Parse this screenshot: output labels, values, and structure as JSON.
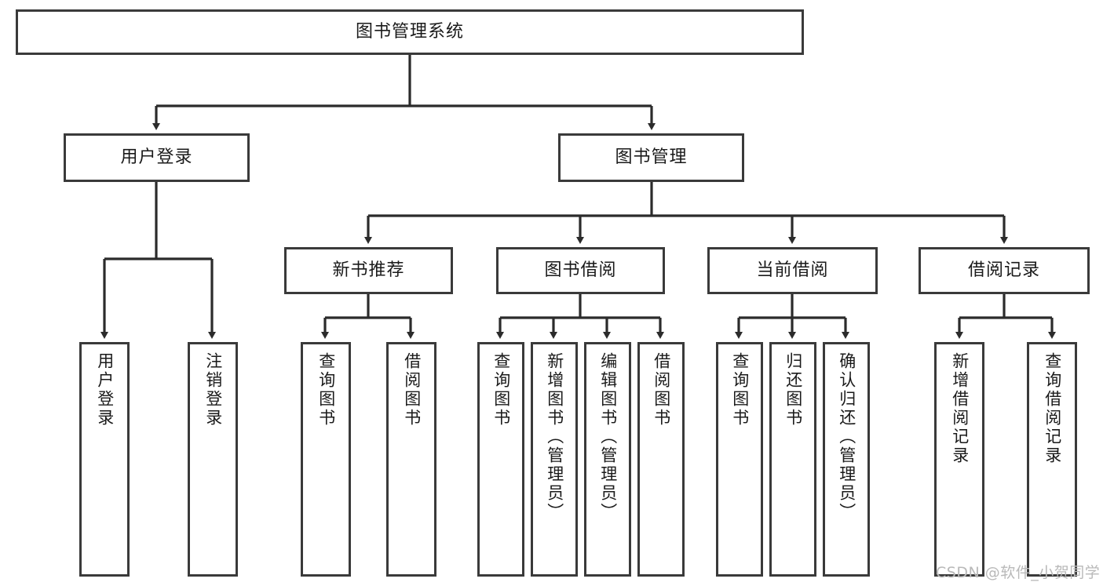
{
  "diagram": {
    "title": "图书管理系统",
    "type": "hierarchy-tree",
    "watermark": "CSDN @软件_小贺同学",
    "colors": {
      "box_border": "#3a3a3a",
      "box_fill": "#ffffff",
      "edge": "#2b2b2b",
      "text": "#1a1a1a",
      "watermark": "#b9b9b9",
      "background": "#ffffff"
    },
    "root": {
      "label": "图书管理系统"
    },
    "level2": [
      {
        "id": "user-login",
        "label": "用户登录"
      },
      {
        "id": "book-manage",
        "label": "图书管理"
      }
    ],
    "level3": [
      {
        "id": "new-book-recommend",
        "label": "新书推荐"
      },
      {
        "id": "book-borrow",
        "label": "图书借阅"
      },
      {
        "id": "current-borrow",
        "label": "当前借阅"
      },
      {
        "id": "borrow-record",
        "label": "借阅记录"
      }
    ],
    "leaves": [
      {
        "id": "leaf-user-login",
        "label": "用户登录",
        "parent": "user-login"
      },
      {
        "id": "leaf-logout-login",
        "label": "注销登录",
        "parent": "user-login"
      },
      {
        "id": "leaf-query-book-1",
        "label": "查询图书",
        "parent": "new-book-recommend"
      },
      {
        "id": "leaf-borrow-book-1",
        "label": "借阅图书",
        "parent": "new-book-recommend"
      },
      {
        "id": "leaf-query-book-2",
        "label": "查询图书",
        "parent": "book-borrow"
      },
      {
        "id": "leaf-add-book",
        "label": "新增图书（管理员）",
        "parent": "book-borrow"
      },
      {
        "id": "leaf-edit-book",
        "label": "编辑图书（管理员）",
        "parent": "book-borrow"
      },
      {
        "id": "leaf-borrow-book-2",
        "label": "借阅图书",
        "parent": "book-borrow"
      },
      {
        "id": "leaf-query-book-3",
        "label": "查询图书",
        "parent": "current-borrow"
      },
      {
        "id": "leaf-return-book",
        "label": "归还图书",
        "parent": "current-borrow"
      },
      {
        "id": "leaf-confirm-return",
        "label": "确认归还（管理员）",
        "parent": "current-borrow"
      },
      {
        "id": "leaf-add-record",
        "label": "新增借阅记录",
        "parent": "borrow-record"
      },
      {
        "id": "leaf-query-record",
        "label": "查询借阅记录",
        "parent": "borrow-record"
      }
    ]
  }
}
